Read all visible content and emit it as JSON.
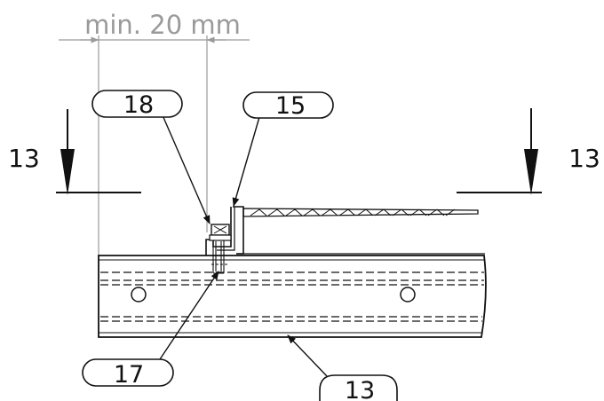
{
  "dimension": {
    "text": "min. 20 mm"
  },
  "section_marks": {
    "left": "13",
    "right": "13"
  },
  "callouts": {
    "c18": "18",
    "c15": "15",
    "c17": "17",
    "c13": "13"
  }
}
